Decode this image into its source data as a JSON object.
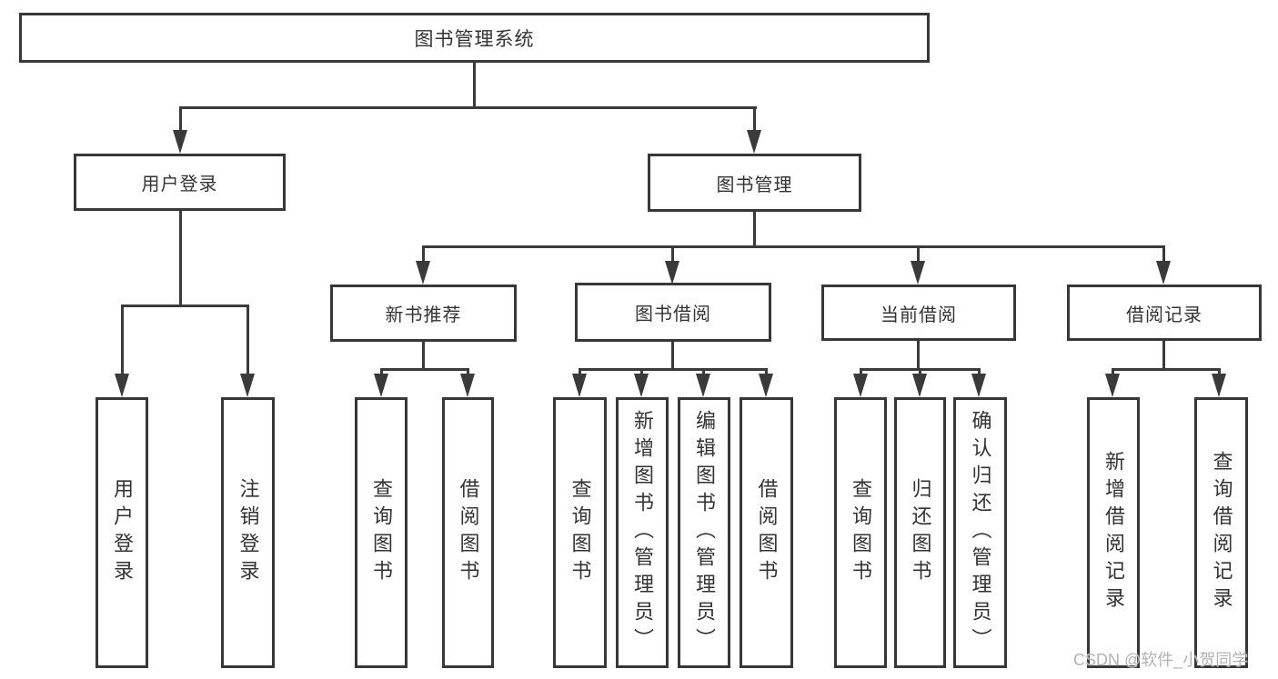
{
  "tree": {
    "root": "图书管理系统",
    "branches": [
      {
        "label": "用户登录",
        "children": [
          "用户登录",
          "注销登录"
        ]
      },
      {
        "label": "图书管理",
        "groups": [
          {
            "label": "新书推荐",
            "children": [
              "查询图书",
              "借阅图书"
            ]
          },
          {
            "label": "图书借阅",
            "children": [
              "查询图书",
              "新增图书（管理员）",
              "编辑图书（管理员）",
              "借阅图书"
            ]
          },
          {
            "label": "当前借阅",
            "children": [
              "查询图书",
              "归还图书",
              "确认归还（管理员）"
            ]
          },
          {
            "label": "借阅记录",
            "children": [
              "新增借阅记录",
              "查询借阅记录"
            ]
          }
        ]
      }
    ]
  },
  "watermark": {
    "text": "CSDN @软件_小贺同学"
  },
  "colors": {
    "line": "#3a3a3a",
    "border": "#373737",
    "text": "#333333",
    "background": "#ffffff",
    "watermark": "#b3b3b3"
  }
}
